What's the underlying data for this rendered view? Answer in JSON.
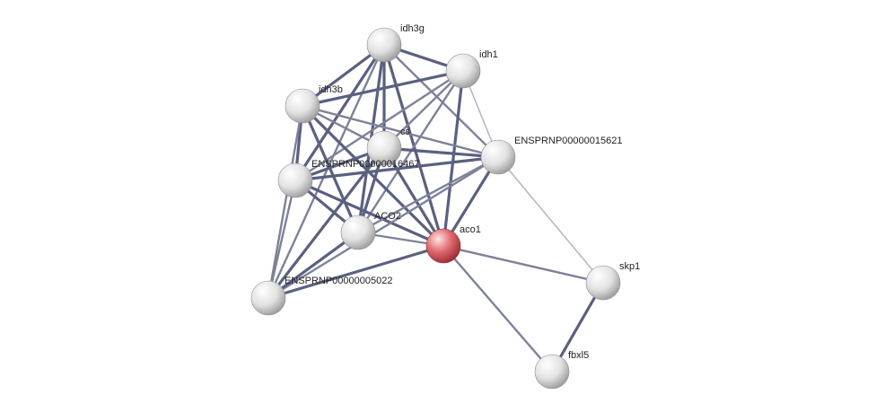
{
  "nodes": [
    {
      "id": "idh3g",
      "label": "idh3g",
      "highlight": false
    },
    {
      "id": "idh1",
      "label": "idh1",
      "highlight": false
    },
    {
      "id": "idh3b",
      "label": "idh3b",
      "highlight": false
    },
    {
      "id": "cs",
      "label": "cs",
      "highlight": false
    },
    {
      "id": "ENSPRNP00000015621",
      "label": "ENSPRNP00000015621",
      "highlight": false
    },
    {
      "id": "ENSPRNP00000016467",
      "label": "ENSPRNP00000016467",
      "highlight": false
    },
    {
      "id": "ACO2",
      "label": "ACO2",
      "highlight": false
    },
    {
      "id": "aco1",
      "label": "aco1",
      "highlight": true
    },
    {
      "id": "ENSPRNP00000005022",
      "label": "ENSPRNP00000005022",
      "highlight": false
    },
    {
      "id": "skp1",
      "label": "skp1",
      "highlight": false
    },
    {
      "id": "fbxl5",
      "label": "fbxl5",
      "highlight": false
    }
  ],
  "edges": [
    {
      "from": "idh3g",
      "to": "idh1",
      "strength": "strong"
    },
    {
      "from": "idh3g",
      "to": "idh3b",
      "strength": "strong"
    },
    {
      "from": "idh3g",
      "to": "cs",
      "strength": "strong"
    },
    {
      "from": "idh3g",
      "to": "ENSPRNP00000016467",
      "strength": "strong"
    },
    {
      "from": "idh3g",
      "to": "ACO2",
      "strength": "strong"
    },
    {
      "from": "idh3g",
      "to": "aco1",
      "strength": "strong"
    },
    {
      "from": "idh3g",
      "to": "ENSPRNP00000015621",
      "strength": "medium"
    },
    {
      "from": "idh3g",
      "to": "ENSPRNP00000005022",
      "strength": "medium"
    },
    {
      "from": "idh1",
      "to": "idh3b",
      "strength": "strong"
    },
    {
      "from": "idh1",
      "to": "cs",
      "strength": "medium"
    },
    {
      "from": "idh1",
      "to": "ENSPRNP00000016467",
      "strength": "medium"
    },
    {
      "from": "idh1",
      "to": "ACO2",
      "strength": "medium"
    },
    {
      "from": "idh1",
      "to": "aco1",
      "strength": "strong"
    },
    {
      "from": "idh1",
      "to": "ENSPRNP00000015621",
      "strength": "weak"
    },
    {
      "from": "idh3b",
      "to": "cs",
      "strength": "medium"
    },
    {
      "from": "idh3b",
      "to": "ENSPRNP00000016467",
      "strength": "strong"
    },
    {
      "from": "idh3b",
      "to": "ACO2",
      "strength": "strong"
    },
    {
      "from": "idh3b",
      "to": "aco1",
      "strength": "strong"
    },
    {
      "from": "idh3b",
      "to": "ENSPRNP00000015621",
      "strength": "medium"
    },
    {
      "from": "idh3b",
      "to": "ENSPRNP00000005022",
      "strength": "medium"
    },
    {
      "from": "cs",
      "to": "ENSPRNP00000016467",
      "strength": "strong"
    },
    {
      "from": "cs",
      "to": "ACO2",
      "strength": "strong"
    },
    {
      "from": "cs",
      "to": "aco1",
      "strength": "strong"
    },
    {
      "from": "cs",
      "to": "ENSPRNP00000015621",
      "strength": "strong"
    },
    {
      "from": "cs",
      "to": "ENSPRNP00000005022",
      "strength": "strong"
    },
    {
      "from": "ENSPRNP00000016467",
      "to": "ENSPRNP00000015621",
      "strength": "strong"
    },
    {
      "from": "ENSPRNP00000016467",
      "to": "ACO2",
      "strength": "strong"
    },
    {
      "from": "ENSPRNP00000016467",
      "to": "aco1",
      "strength": "strong"
    },
    {
      "from": "ENSPRNP00000016467",
      "to": "ENSPRNP00000005022",
      "strength": "medium"
    },
    {
      "from": "ENSPRNP00000015621",
      "to": "ACO2",
      "strength": "medium"
    },
    {
      "from": "ENSPRNP00000015621",
      "to": "aco1",
      "strength": "strong"
    },
    {
      "from": "ENSPRNP00000015621",
      "to": "ENSPRNP00000005022",
      "strength": "medium"
    },
    {
      "from": "ENSPRNP00000015621",
      "to": "skp1",
      "strength": "weak"
    },
    {
      "from": "ACO2",
      "to": "aco1",
      "strength": "medium"
    },
    {
      "from": "ACO2",
      "to": "ENSPRNP00000005022",
      "strength": "strong"
    },
    {
      "from": "aco1",
      "to": "ENSPRNP00000005022",
      "strength": "strong"
    },
    {
      "from": "aco1",
      "to": "skp1",
      "strength": "medium"
    },
    {
      "from": "aco1",
      "to": "fbxl5",
      "strength": "medium"
    },
    {
      "from": "skp1",
      "to": "fbxl5",
      "strength": "strong"
    }
  ],
  "colors": {
    "edge_strong": "#5a6080",
    "edge_medium": "#7d8299",
    "edge_weak": "#b5b8c8",
    "node_default": "#d8d8d8",
    "node_highlight": "#e06a70"
  }
}
